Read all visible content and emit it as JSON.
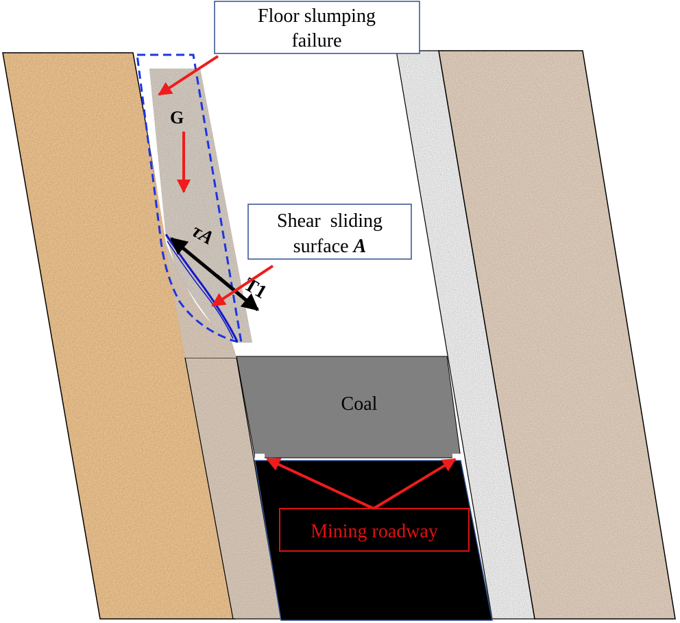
{
  "labels": {
    "floor_slumping_line1": "Floor slumping",
    "floor_slumping_line2": "failure",
    "shear_line1": "Shear  sliding",
    "shear_line2_prefix": "surface ",
    "shear_line2_italic": "A",
    "gravity": "G",
    "tau_symbol": "τ",
    "tau_subscript": "A",
    "tension_symbol": "T",
    "tension_subscript": "1",
    "coal": "Coal",
    "mining_roadway": "Mining roadway"
  },
  "colors": {
    "arrow_red": "#ee1c1c",
    "label_red": "#e01010",
    "box_blue": "#2f4f8f",
    "dashed_blue": "#1d35e0",
    "sliding_blue": "#1418c8",
    "coal_gray": "#808080",
    "roadway_black": "#000000",
    "sandstone": "#b36f3a",
    "mudstone": "#9c8672",
    "granite": "#bcbcbc",
    "right_rock": "#a58a72"
  },
  "textures": [
    "sandstone",
    "mudstone",
    "granite",
    "gravel"
  ]
}
